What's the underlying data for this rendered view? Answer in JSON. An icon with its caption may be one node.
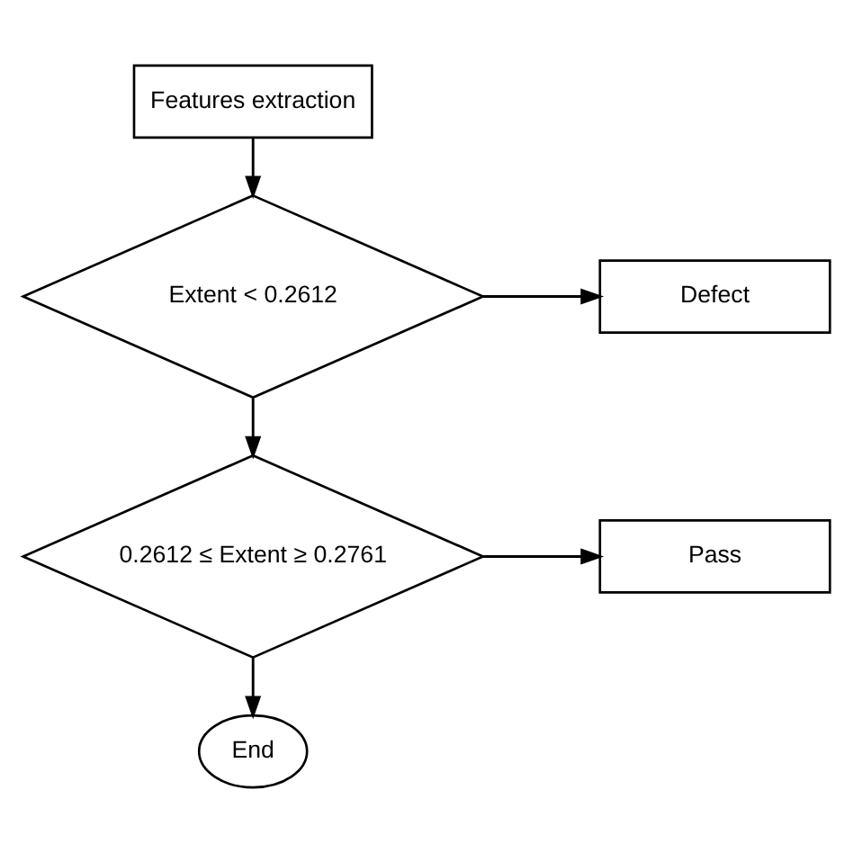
{
  "diagram": {
    "nodes": [
      {
        "text": [
          "Features extraction"
        ]
      },
      {
        "text": [
          "Extent < 0.2612"
        ]
      },
      {
        "text": [
          "Defect"
        ]
      },
      {
        "text": [
          "0.2612 ≤ Extent ≥ 0.2761"
        ]
      },
      {
        "text": [
          "Pass"
        ]
      },
      {
        "text": [
          "End"
        ]
      }
    ],
    "edges": [
      {
        "from": 0,
        "to": 1,
        "arrow": "to"
      },
      {
        "from": 1,
        "to": 2,
        "arrow": "to"
      },
      {
        "from": 1,
        "to": 3,
        "arrow": "to"
      },
      {
        "from": 3,
        "to": 4,
        "arrow": "to"
      },
      {
        "from": 3,
        "to": 5,
        "arrow": "to"
      }
    ]
  }
}
